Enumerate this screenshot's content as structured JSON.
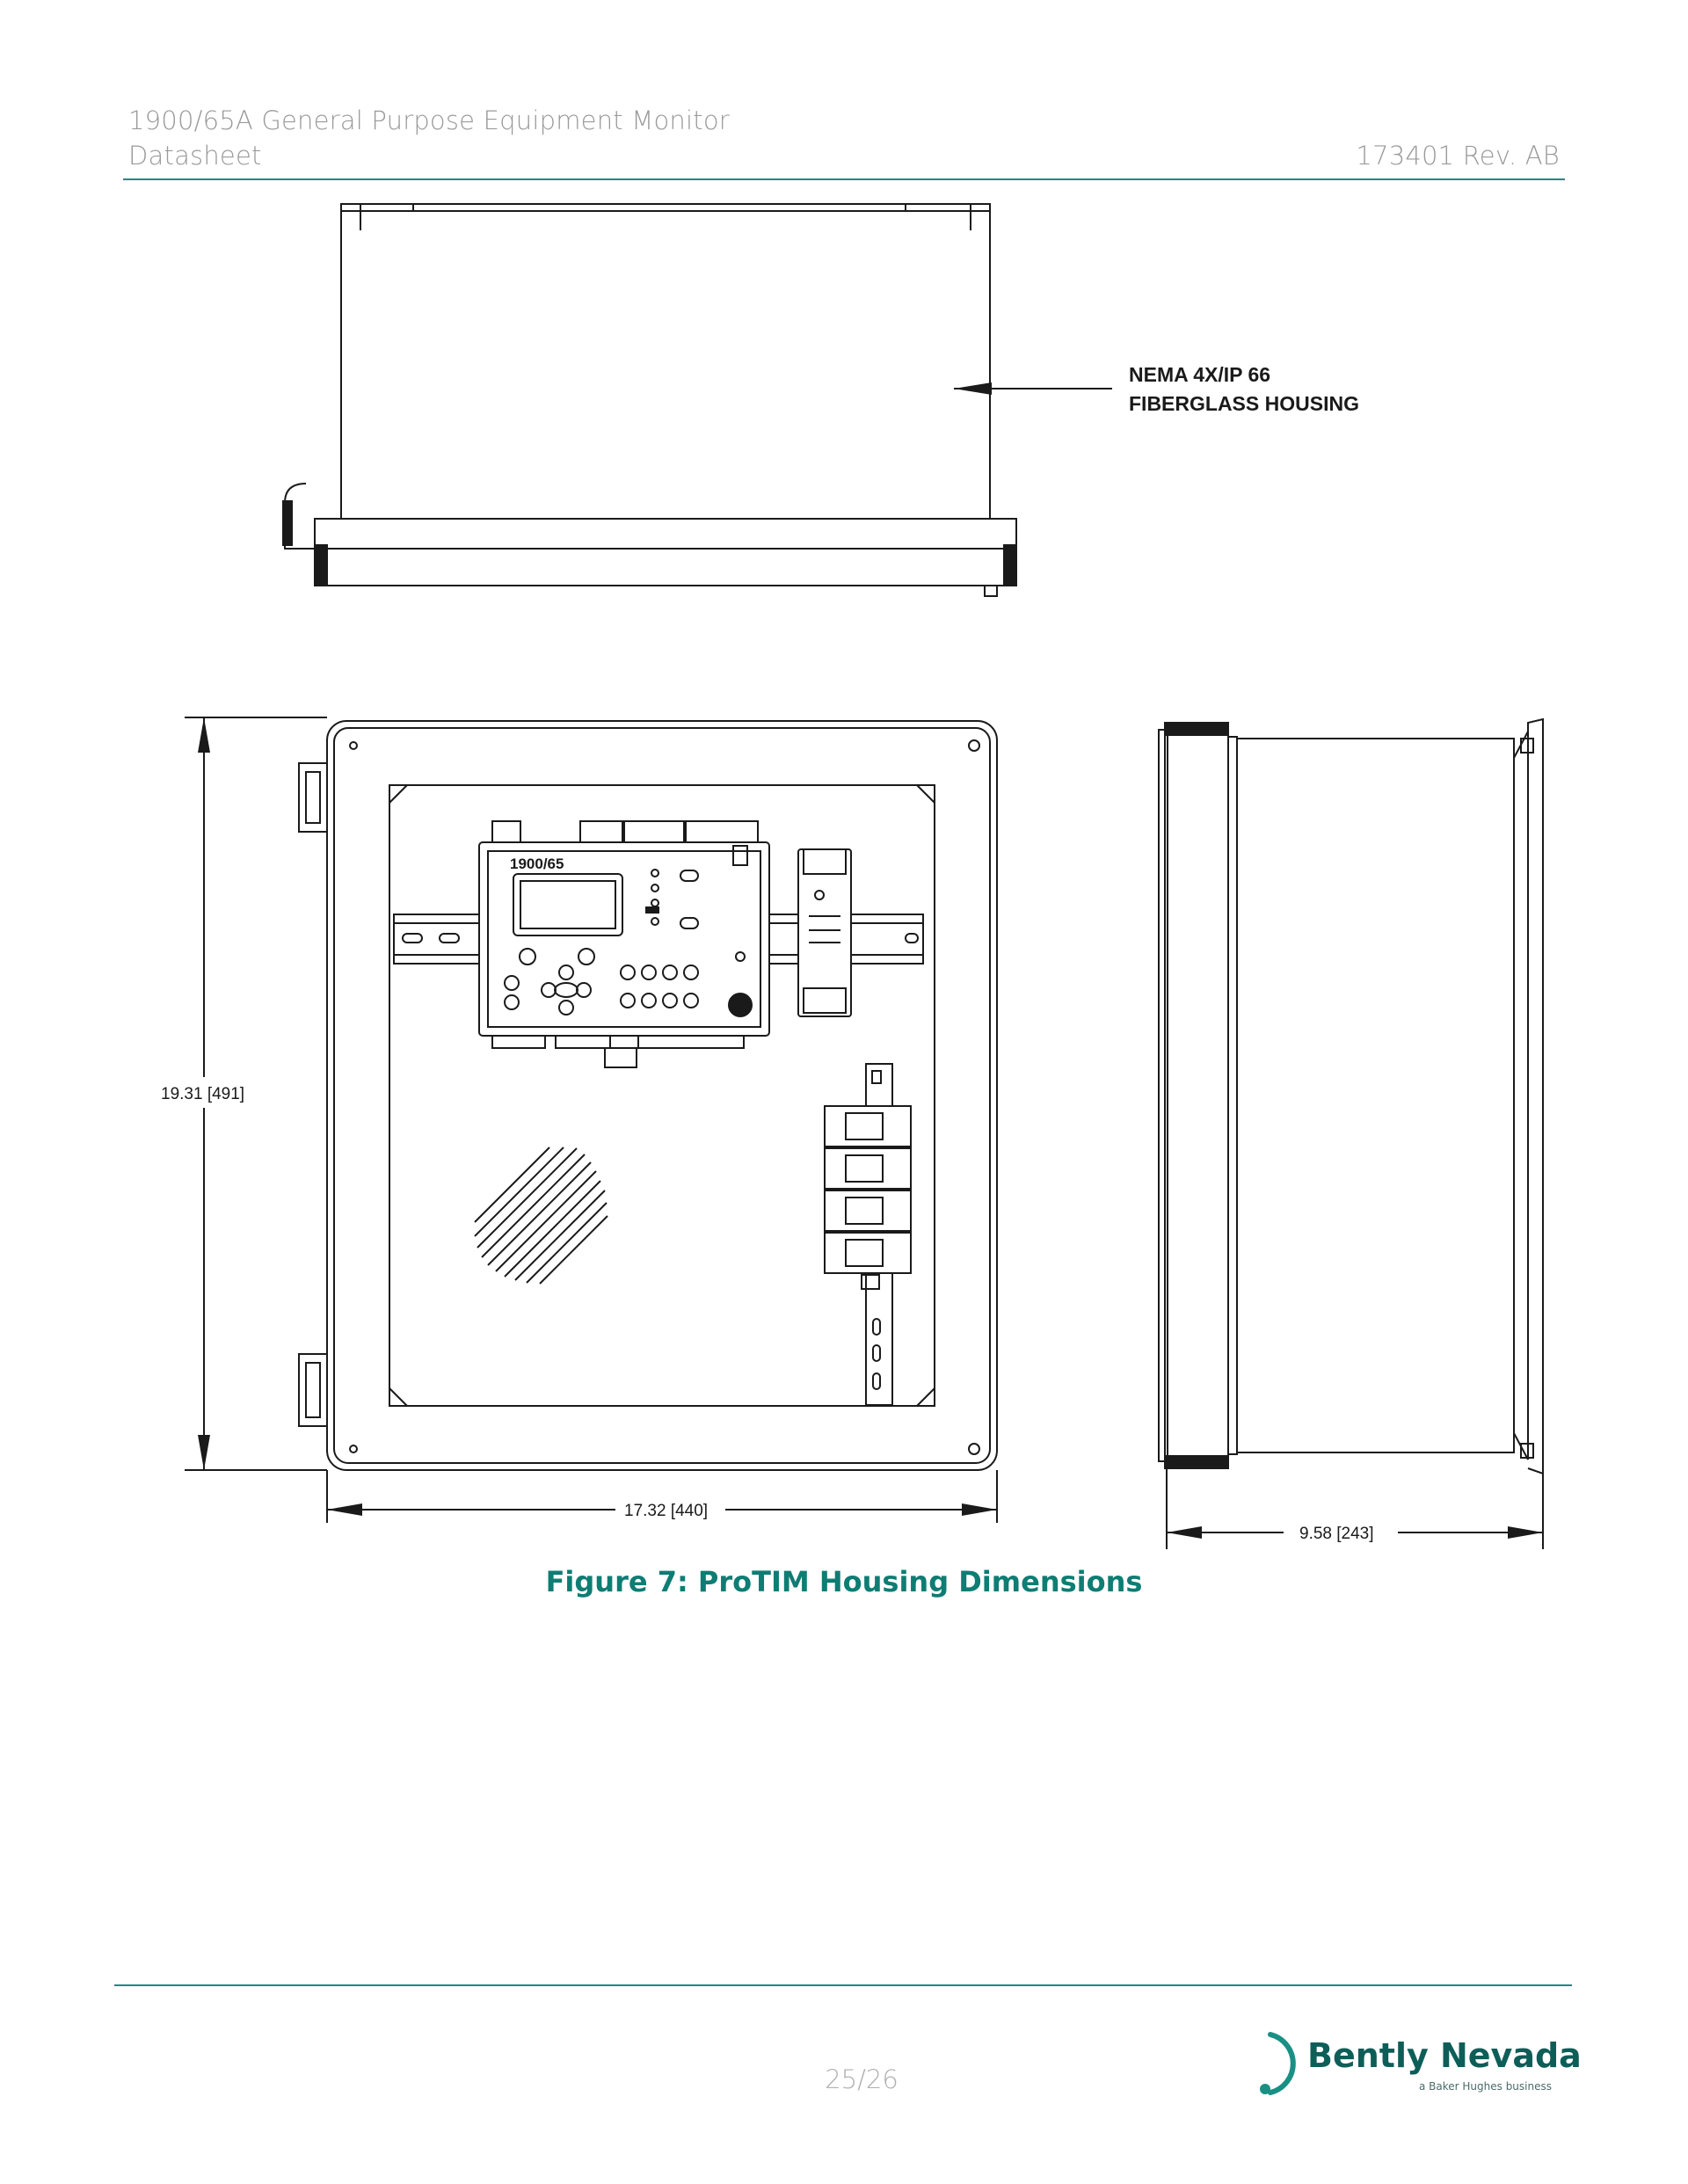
{
  "header": {
    "title": "1900/65A General Purpose Equipment Monitor",
    "subtitle": "Datasheet",
    "doc_rev": "173401 Rev. AB"
  },
  "figure": {
    "callout_line1": "NEMA 4X/IP 66",
    "callout_line2": "FIBERGLASS HOUSING",
    "dim_height": "19.31 [491]",
    "dim_width": "17.32 [440]",
    "dim_depth": "9.58 [243]",
    "device_label": "1900/65",
    "caption": "Figure 7:  ProTIM Housing Dimensions"
  },
  "footer": {
    "page": "25/26",
    "brand": "Bently Nevada",
    "brand_sub": "a Baker Hughes business"
  },
  "colors": {
    "accent": "#1f8a80",
    "caption": "#0e7d73",
    "brand": "#0e5e58"
  }
}
